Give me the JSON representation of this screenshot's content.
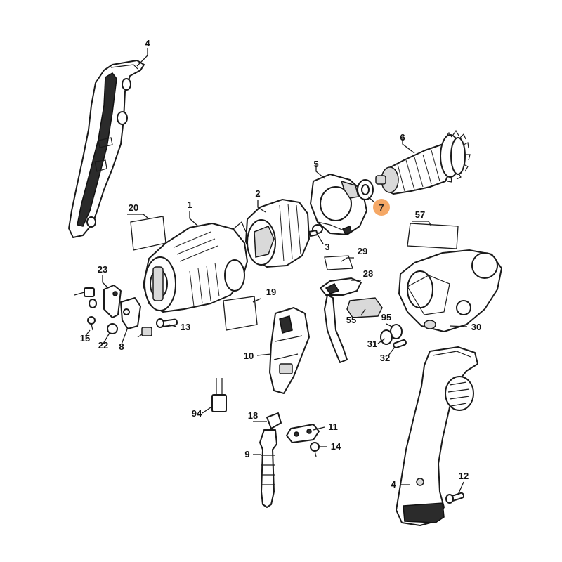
{
  "diagram": {
    "highlight_color": "#f5a866",
    "highlighted_part": "7",
    "callouts": [
      {
        "id": "c4a",
        "text": "4"
      },
      {
        "id": "c6",
        "text": "6"
      },
      {
        "id": "c5",
        "text": "5"
      },
      {
        "id": "c7",
        "text": "7"
      },
      {
        "id": "c2",
        "text": "2"
      },
      {
        "id": "c1",
        "text": "1"
      },
      {
        "id": "c20",
        "text": "20"
      },
      {
        "id": "c57",
        "text": "57"
      },
      {
        "id": "c3",
        "text": "3"
      },
      {
        "id": "c29",
        "text": "29"
      },
      {
        "id": "c28",
        "text": "28"
      },
      {
        "id": "c23",
        "text": "23"
      },
      {
        "id": "c19",
        "text": "19"
      },
      {
        "id": "c55",
        "text": "55"
      },
      {
        "id": "c95",
        "text": "95"
      },
      {
        "id": "c30",
        "text": "30"
      },
      {
        "id": "c13",
        "text": "13"
      },
      {
        "id": "c15",
        "text": "15"
      },
      {
        "id": "c22",
        "text": "22"
      },
      {
        "id": "c8",
        "text": "8"
      },
      {
        "id": "c31",
        "text": "31"
      },
      {
        "id": "c10",
        "text": "10"
      },
      {
        "id": "c32",
        "text": "32"
      },
      {
        "id": "c94",
        "text": "94"
      },
      {
        "id": "c18",
        "text": "18"
      },
      {
        "id": "c11",
        "text": "11"
      },
      {
        "id": "c14",
        "text": "14"
      },
      {
        "id": "c9",
        "text": "9"
      },
      {
        "id": "c12",
        "text": "12"
      },
      {
        "id": "c4b",
        "text": "4"
      }
    ]
  }
}
